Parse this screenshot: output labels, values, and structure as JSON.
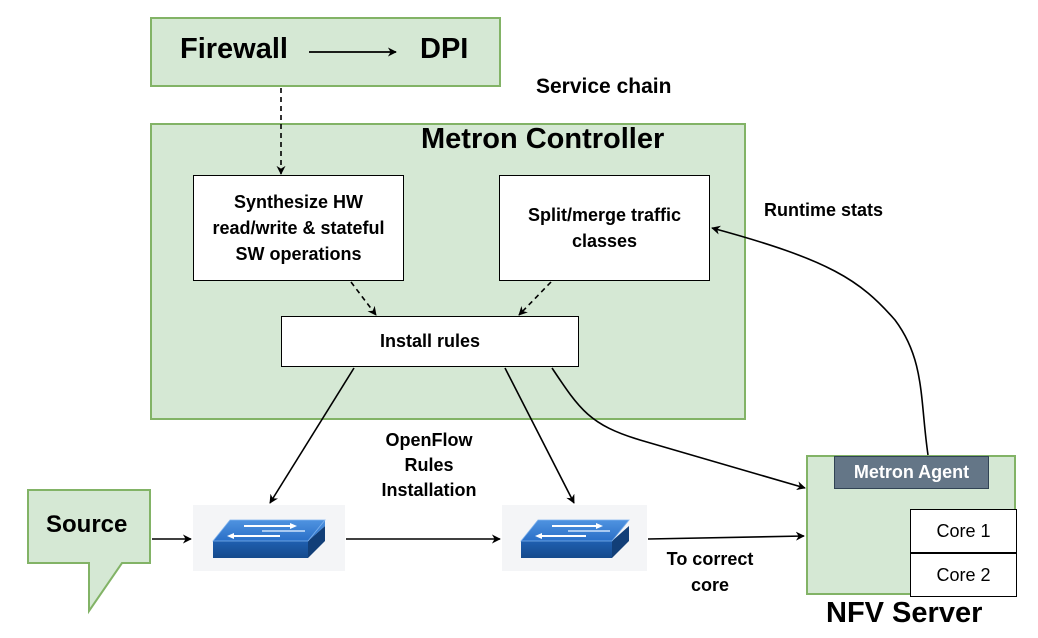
{
  "service_chain": {
    "firewall": "Firewall",
    "dpi": "DPI",
    "label": "Service chain"
  },
  "controller": {
    "title": "Metron Controller",
    "synthesize": [
      "Synthesize HW",
      "read/write & stateful",
      "SW operations"
    ],
    "split_merge": [
      "Split/merge traffic",
      "classes"
    ],
    "install_rules": "Install rules"
  },
  "runtime_stats": "Runtime stats",
  "openflow": [
    "OpenFlow",
    "Rules",
    "Installation"
  ],
  "source": "Source",
  "to_correct_core": [
    "To correct",
    "core"
  ],
  "nfv_server": {
    "title": "NFV Server",
    "agent": "Metron Agent",
    "cores": [
      "Core 1",
      "Core 2"
    ]
  },
  "colors": {
    "green_fill": "#d5e8d4",
    "green_stroke": "#82b366",
    "agent_fill": "#647687",
    "switch_blue": "#1f6fd0"
  },
  "icons": [
    "network-switch-icon",
    "network-switch-icon"
  ]
}
